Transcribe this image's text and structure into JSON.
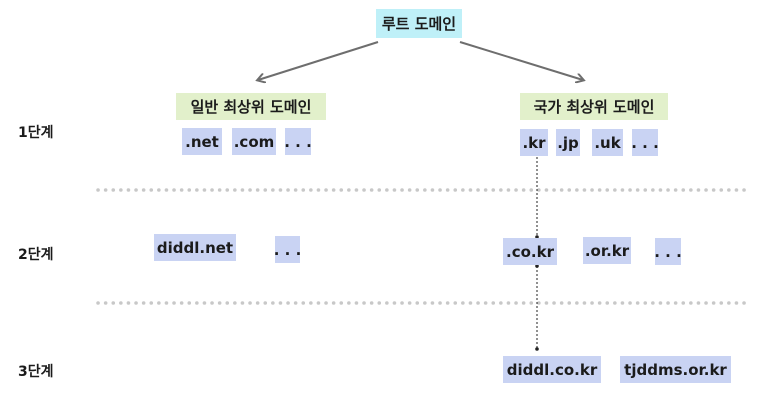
{
  "root": "루트 도메인",
  "categories": {
    "generic": "일반 최상위  도메인",
    "country": "국가 최상위  도메인"
  },
  "levels": [
    "1단계",
    "2단계",
    "3단계"
  ],
  "level1": {
    "generic": [
      ".net",
      ".com",
      ". . ."
    ],
    "country": [
      ".kr",
      ".jp",
      ".uk",
      ". . ."
    ]
  },
  "level2": {
    "generic": [
      "diddl.net",
      ". . ."
    ],
    "country": [
      ".co.kr",
      ".or.kr",
      ". . ."
    ]
  },
  "level3": {
    "country": [
      "diddl.co.kr",
      "tjddms.or.kr"
    ]
  },
  "colors": {
    "root_bg": "#bff0f8",
    "category_bg": "#e2f0cb",
    "domain_bg": "#c9d3f3",
    "arrow": "#6e6e6e",
    "separator": "#c8c8c8"
  }
}
